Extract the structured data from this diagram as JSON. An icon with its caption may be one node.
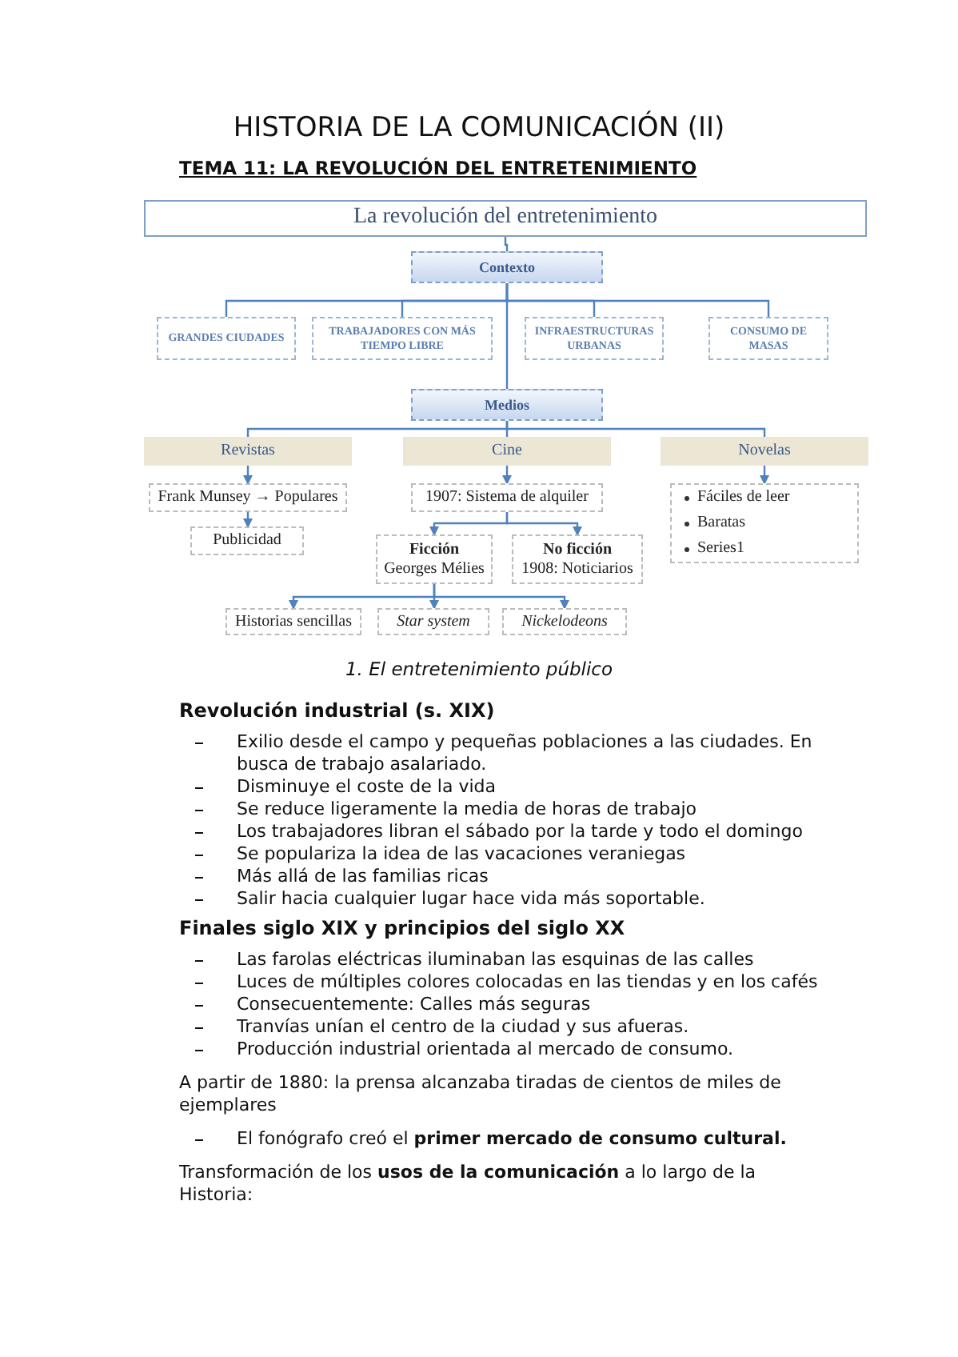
{
  "diagram": {
    "title": "HISTORIA DE LA COMUNICACIÓN (II)",
    "caption": "1. El entretenimiento público",
    "nodes": [
      {
        "text": [
          "La revolución del entretenimiento"
        ]
      },
      {
        "text": [
          "Contexto"
        ]
      },
      {
        "text": [
          "GRANDES CIUDADES"
        ]
      },
      {
        "text": [
          "TRABAJADORES CON MÁS TIEMPO LIBRE"
        ]
      },
      {
        "text": [
          "INFRAESTRUCTURAS URBANAS"
        ]
      },
      {
        "text": [
          "CONSUMO DE MASAS"
        ]
      },
      {
        "text": [
          "Medios"
        ]
      },
      {
        "text": [
          "Revistas"
        ]
      },
      {
        "text": [
          "Cine"
        ]
      },
      {
        "text": [
          "Novelas"
        ]
      },
      {
        "text": [
          "Frank Munsey → Populares"
        ]
      },
      {
        "text": [
          "1907: Sistema de alquiler"
        ]
      },
      {
        "text": [
          "Fáciles de leer",
          "Baratas",
          "Series1"
        ]
      },
      {
        "text": [
          "Publicidad"
        ]
      },
      {
        "text": [
          "Ficción",
          "Georges Mélies"
        ]
      },
      {
        "text": [
          "No ficción",
          "1908: Noticiarios"
        ]
      },
      {
        "text": [
          "Historias sencillas"
        ]
      },
      {
        "text": [
          "Star system"
        ]
      },
      {
        "text": [
          "Nickelodeons"
        ]
      }
    ],
    "edges": [
      {
        "from": 0,
        "to": 1,
        "arrow": "none"
      },
      {
        "from": 1,
        "to": 2,
        "arrow": "none"
      },
      {
        "from": 1,
        "to": 3,
        "arrow": "none"
      },
      {
        "from": 1,
        "to": 4,
        "arrow": "none"
      },
      {
        "from": 1,
        "to": 5,
        "arrow": "none"
      },
      {
        "from": 1,
        "to": 6,
        "arrow": "none"
      },
      {
        "from": 6,
        "to": 7,
        "arrow": "none"
      },
      {
        "from": 6,
        "to": 8,
        "arrow": "none"
      },
      {
        "from": 6,
        "to": 9,
        "arrow": "none"
      },
      {
        "from": 7,
        "to": 10,
        "arrow": "to"
      },
      {
        "from": 10,
        "to": 13,
        "arrow": "to"
      },
      {
        "from": 8,
        "to": 11,
        "arrow": "to"
      },
      {
        "from": 9,
        "to": 12,
        "arrow": "to"
      },
      {
        "from": 11,
        "to": 14,
        "arrow": "to"
      },
      {
        "from": 11,
        "to": 15,
        "arrow": "to"
      },
      {
        "from": 14,
        "to": 16,
        "arrow": "to"
      },
      {
        "from": 14,
        "to": 17,
        "arrow": "to"
      },
      {
        "from": 14,
        "to": 18,
        "arrow": "to"
      }
    ],
    "labels": [
      "TEMA 11: LA REVOLUCIÓN DEL ENTRETENIMIENTO",
      "Revolución industrial (s. XIX)",
      "Exilio desde el campo y pequeñas poblaciones a las ciudades. En busca de trabajo asalariado.",
      "Disminuye el coste de la vida",
      "Se reduce ligeramente la media de horas de trabajo",
      "Los trabajadores libran el sábado por la tarde y todo el domingo",
      "Se populariza la idea de las vacaciones veraniegas",
      "Más allá de las familias ricas",
      "Salir hacia cualquier lugar hace vida más soportable.",
      "Finales siglo XIX y principios del siglo XX",
      "Las farolas eléctricas iluminaban las esquinas de las calles",
      "Luces de múltiples colores colocadas en las tiendas y en los cafés",
      "Consecuentemente: Calles más seguras",
      "Tranvías unían el centro de la ciudad y sus afueras.",
      "Producción industrial orientada al mercado de consumo.",
      "A partir de 1880: la prensa alcanzaba tiradas de cientos de miles de ejemplares",
      "El fonógrafo creó el **primer mercado de consumo cultural.**",
      "Transformación de los **usos de la comunicación** a lo largo de la Historia:"
    ]
  }
}
